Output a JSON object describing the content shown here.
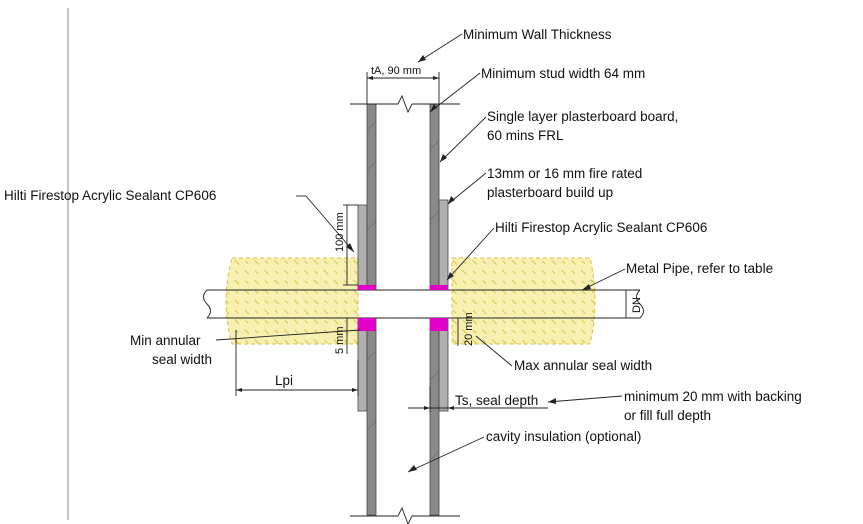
{
  "labels": {
    "min_wall_thickness": "Minimum Wall Thickness",
    "ta": "tA, 90 mm",
    "min_stud_width": "Minimum stud width 64 mm",
    "single_layer_1": "Single layer plasterboard board,",
    "single_layer_2": "60 mins FRL",
    "build_up_1": "13mm or 16 mm fire rated",
    "build_up_2": "plasterboard build up",
    "sealant_left": "Hilti Firestop Acrylic Sealant CP606",
    "sealant_right": "Hilti Firestop Acrylic Sealant CP606",
    "dim_100": "100 mm",
    "metal_pipe": "Metal Pipe, refer to table",
    "dn": "DN",
    "min_annular_1": "Min annular",
    "min_annular_2": "seal width",
    "dim_5": "5 mm",
    "dim_20": "20 mm",
    "max_annular": "Max annular seal width",
    "lpi": "Lpi",
    "ts": "Ts, seal depth",
    "min20_1": "minimum 20 mm with backing",
    "min20_2": "or fill full depth",
    "cavity": "cavity insulation (optional)"
  },
  "colors": {
    "insulation_fill": "#f7f0b0",
    "insulation_edge": "#d8c24a",
    "sealant": "#e000c8",
    "wall_layer": "#8a8a8a",
    "board_layer": "#b0b0b0",
    "line": "#222222"
  }
}
